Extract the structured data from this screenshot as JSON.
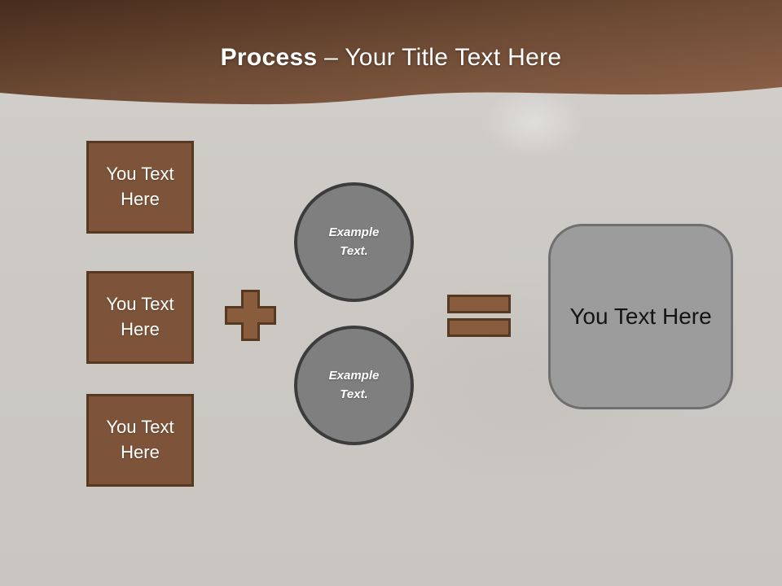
{
  "title": {
    "emphasis": "Process",
    "rest": "– Your Title Text Here"
  },
  "left_boxes": [
    {
      "label": "You Text Here"
    },
    {
      "label": "You Text Here"
    },
    {
      "label": "You Text Here"
    }
  ],
  "operators": {
    "plus_icon": "plus",
    "equals_icon": "equals"
  },
  "circles": [
    {
      "label": "Example Text."
    },
    {
      "label": "Example Text."
    }
  ],
  "result_box": {
    "label": "You Text Here"
  },
  "colors": {
    "header_gradient_dark": "#4a2e1e",
    "header_gradient_light": "#8d6248",
    "box_fill": "#7d5439",
    "box_border": "#573922",
    "operator_fill": "#8a5c3e",
    "operator_border": "#573922",
    "circle_fill": "#7f7f7f",
    "circle_border": "#3c3c3c",
    "result_fill": "#9c9c9c",
    "result_border": "#6f6f6f",
    "background": "#cbc8c4",
    "title_text": "#ffffff",
    "result_text": "#141414"
  }
}
